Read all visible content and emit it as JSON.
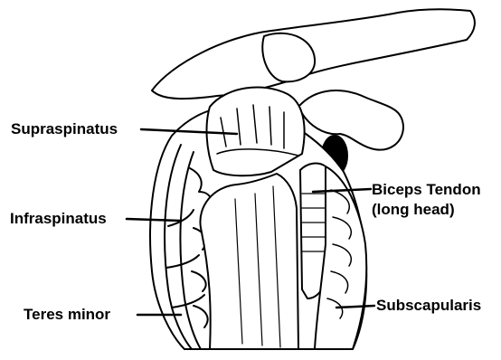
{
  "labels": {
    "supraspinatus": "Supraspinatus",
    "infraspinatus": "Infraspinatus",
    "teres_minor": "Teres minor",
    "biceps_line1": "Biceps Tendon",
    "biceps_line2": "(long head)",
    "subscapularis": "Subscapularis"
  },
  "colors": {
    "outline": "#000000",
    "fill": "#ffffff",
    "label": "#000000"
  }
}
